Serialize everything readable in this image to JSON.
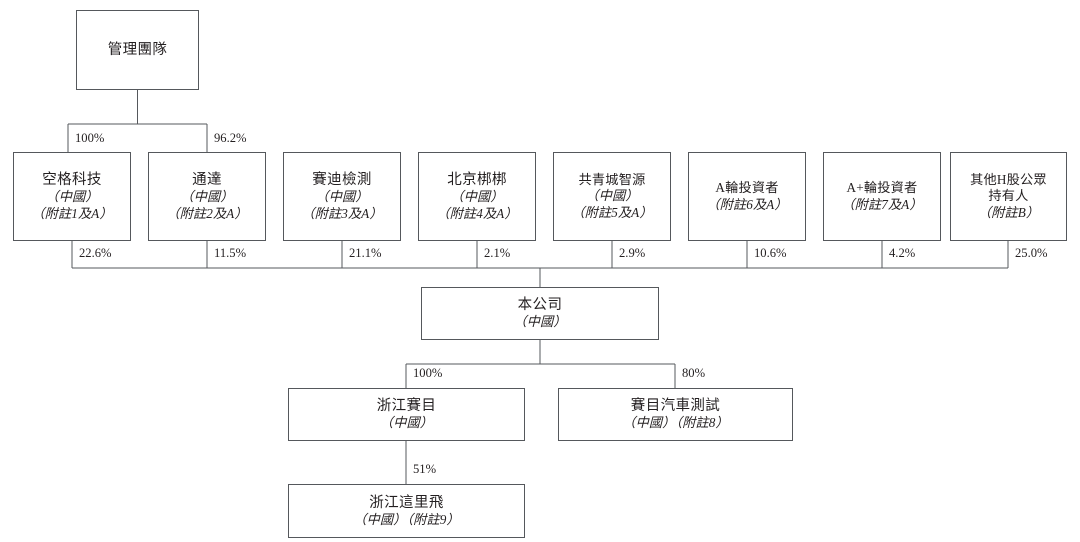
{
  "diagram": {
    "title": "Shareholding Structure Chart",
    "line_color": "#55585c",
    "text_color": "#231f20",
    "background": "#ffffff"
  },
  "nodes": {
    "management": {
      "name": "管理團隊",
      "lines": [
        "管理團隊"
      ]
    },
    "shareholders": [
      {
        "id": "kongge",
        "lines": [
          "空格科技",
          "（中國）",
          "（附註1及A）"
        ],
        "stake": "22.6%",
        "parent_stake": "100%"
      },
      {
        "id": "tongda",
        "lines": [
          "通達",
          "（中國）",
          "（附註2及A）"
        ],
        "stake": "11.5%",
        "parent_stake": "96.2%"
      },
      {
        "id": "saidi",
        "lines": [
          "賽迪檢測",
          "（中國）",
          "（附註3及A）"
        ],
        "stake": "21.1%",
        "parent_stake": ""
      },
      {
        "id": "beijing",
        "lines": [
          "北京梆梆",
          "（中國）",
          "（附註4及A）"
        ],
        "stake": "2.1%",
        "parent_stake": ""
      },
      {
        "id": "gongqing",
        "lines": [
          "共青城智源",
          "（中國）",
          "（附註5及A）"
        ],
        "stake": "2.9%",
        "parent_stake": ""
      },
      {
        "id": "series-a",
        "lines": [
          "A輪投資者",
          "（附註6及A）"
        ],
        "stake": "10.6%",
        "parent_stake": ""
      },
      {
        "id": "series-a-plus",
        "lines": [
          "A+輪投資者",
          "（附註7及A）"
        ],
        "stake": "4.2%",
        "parent_stake": ""
      },
      {
        "id": "h-share-public",
        "lines": [
          "其他H股公眾",
          "持有人",
          "（附註B）"
        ],
        "stake": "25.0%",
        "parent_stake": ""
      }
    ],
    "company": {
      "id": "the-company",
      "lines": [
        "本公司",
        "（中國）"
      ]
    },
    "subsidiaries": [
      {
        "id": "zhejiang-saimu",
        "lines": [
          "浙江賽目",
          "（中國）"
        ],
        "stake": "100%"
      },
      {
        "id": "saimu-auto-test",
        "lines": [
          "賽目汽車測試",
          "（中國）（附註8）"
        ],
        "stake": "80%"
      }
    ],
    "sub_subsidiary": {
      "id": "zhejiang-zhelifei",
      "lines": [
        "浙江這里飛",
        "（中國）（附註9）"
      ],
      "stake": "51%"
    }
  }
}
